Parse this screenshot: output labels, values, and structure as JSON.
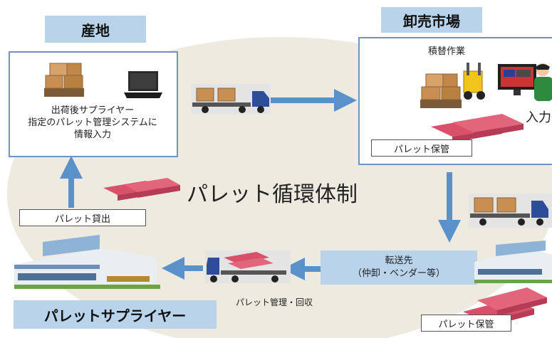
{
  "headers": {
    "origin": "産地",
    "market": "卸売市場",
    "supplier": "パレットサプライヤー"
  },
  "origin_panel": {
    "line1": "出荷後サプライヤー",
    "line2": "指定のパレット管理システムに",
    "line3": "情報入力"
  },
  "market_panel": {
    "work_label": "積替作業",
    "input_label": "入力",
    "storage_tag": "パレット保管"
  },
  "center_title": "パレット循環体制",
  "rental_tag": "パレット貸出",
  "transfer": {
    "line1": "転送先",
    "line2": "（仲卸・ベンダー等）"
  },
  "collection_label": "パレット管理・回収",
  "bottom_storage_tag": "パレット保管",
  "colors": {
    "arrow": "#5b91c9",
    "label_fill": "#b8d3ea",
    "panel_border": "#6f93c3",
    "pallet": "#d9506a",
    "ellipse": "#eeeae0"
  }
}
